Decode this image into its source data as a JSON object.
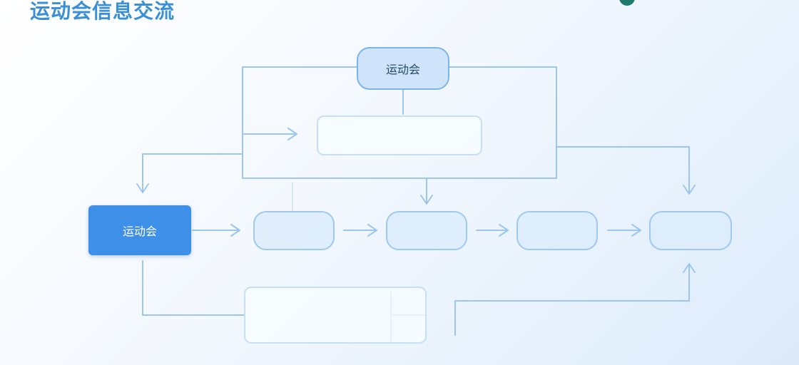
{
  "title": "运动会信息交流",
  "top_right_links": [
    "",
    "",
    "",
    ""
  ],
  "nodes": {
    "top": "运动会",
    "sub_top": "",
    "main": "运动会",
    "step1": "",
    "step2": "",
    "step3": "",
    "step4": "",
    "bottom": ""
  },
  "colors": {
    "title": "#3a8fd6",
    "primary_node": "#3d8fe8",
    "line": "#9cc6ec",
    "node_fill": "#dcecfc"
  }
}
